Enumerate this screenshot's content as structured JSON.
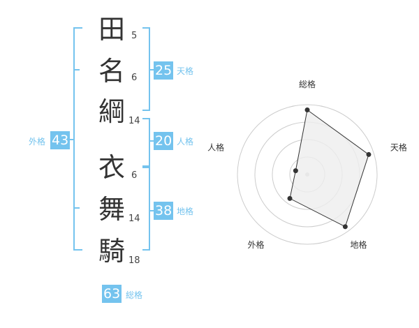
{
  "name": {
    "characters": [
      {
        "char": "田",
        "strokes": "5"
      },
      {
        "char": "名",
        "strokes": "6"
      },
      {
        "char": "綱",
        "strokes": "14"
      },
      {
        "char": "衣",
        "strokes": "6"
      },
      {
        "char": "舞",
        "strokes": "14"
      },
      {
        "char": "騎",
        "strokes": "18"
      }
    ]
  },
  "kakusu": {
    "tenkaku": {
      "value": "25",
      "label": "天格"
    },
    "jinkaku": {
      "value": "20",
      "label": "人格"
    },
    "chikaku": {
      "value": "38",
      "label": "地格"
    },
    "gaikaku": {
      "value": "43",
      "label": "外格"
    },
    "soukaku": {
      "value": "63",
      "label": "総格"
    }
  },
  "colors": {
    "accent": "#74c3ee",
    "text": "#333333",
    "ring": "#cccccc",
    "fill": "#eeeeee"
  },
  "chart_data": {
    "type": "radar",
    "axes": [
      "総格",
      "天格",
      "地格",
      "外格",
      "人格"
    ],
    "values": [
      4,
      4,
      4,
      2,
      1
    ],
    "max": 4
  }
}
